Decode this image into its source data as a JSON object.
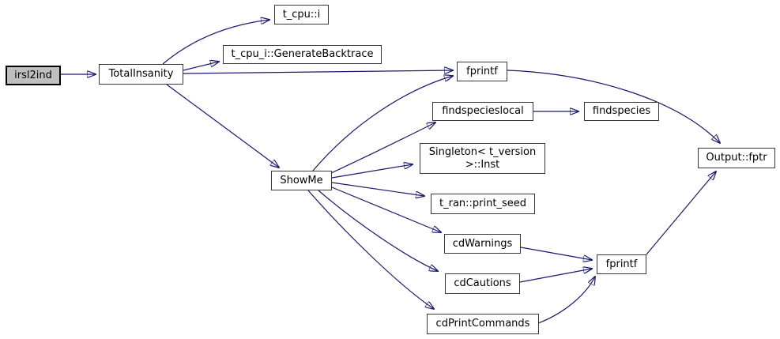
{
  "diagram": {
    "type": "call-graph",
    "colors": {
      "edge": "#191970",
      "node_fill": "#ffffff",
      "node_border": "#383838",
      "current_node_fill": "#bfbfbf",
      "current_node_border": "#000000",
      "text": "#000000",
      "background": "#ffffff"
    },
    "nodes": [
      {
        "id": "irsl2ind",
        "label": "irsl2ind",
        "current": true
      },
      {
        "id": "TotalInsanity",
        "label": "TotalInsanity",
        "current": false
      },
      {
        "id": "t_cpu_i",
        "label": "t_cpu::i",
        "current": false
      },
      {
        "id": "GenerateBacktrace",
        "label": "t_cpu_i::GenerateBacktrace",
        "current": false
      },
      {
        "id": "fprintf_top",
        "label": "fprintf",
        "current": false
      },
      {
        "id": "findspecieslocal",
        "label": "findspecieslocal",
        "current": false
      },
      {
        "id": "findspecies",
        "label": "findspecies",
        "current": false
      },
      {
        "id": "Singleton_Inst",
        "label": "Singleton< t_version >::Inst",
        "current": false
      },
      {
        "id": "ShowMe",
        "label": "ShowMe",
        "current": false
      },
      {
        "id": "print_seed",
        "label": "t_ran::print_seed",
        "current": false
      },
      {
        "id": "cdWarnings",
        "label": "cdWarnings",
        "current": false
      },
      {
        "id": "cdCautions",
        "label": "cdCautions",
        "current": false
      },
      {
        "id": "cdPrintCommands",
        "label": "cdPrintCommands",
        "current": false
      },
      {
        "id": "fprintf_bottom",
        "label": "fprintf",
        "current": false
      },
      {
        "id": "Output_fptr",
        "label": "Output::fptr",
        "current": false
      }
    ],
    "edges": [
      {
        "from": "irsl2ind",
        "to": "TotalInsanity"
      },
      {
        "from": "TotalInsanity",
        "to": "t_cpu_i"
      },
      {
        "from": "TotalInsanity",
        "to": "GenerateBacktrace"
      },
      {
        "from": "TotalInsanity",
        "to": "fprintf_top"
      },
      {
        "from": "TotalInsanity",
        "to": "ShowMe"
      },
      {
        "from": "ShowMe",
        "to": "fprintf_top"
      },
      {
        "from": "ShowMe",
        "to": "findspecieslocal"
      },
      {
        "from": "ShowMe",
        "to": "Singleton_Inst"
      },
      {
        "from": "ShowMe",
        "to": "print_seed"
      },
      {
        "from": "ShowMe",
        "to": "cdWarnings"
      },
      {
        "from": "ShowMe",
        "to": "cdCautions"
      },
      {
        "from": "ShowMe",
        "to": "cdPrintCommands"
      },
      {
        "from": "findspecieslocal",
        "to": "findspecies"
      },
      {
        "from": "fprintf_top",
        "to": "Output_fptr"
      },
      {
        "from": "cdWarnings",
        "to": "fprintf_bottom"
      },
      {
        "from": "cdCautions",
        "to": "fprintf_bottom"
      },
      {
        "from": "cdPrintCommands",
        "to": "fprintf_bottom"
      },
      {
        "from": "fprintf_bottom",
        "to": "Output_fptr"
      }
    ]
  }
}
